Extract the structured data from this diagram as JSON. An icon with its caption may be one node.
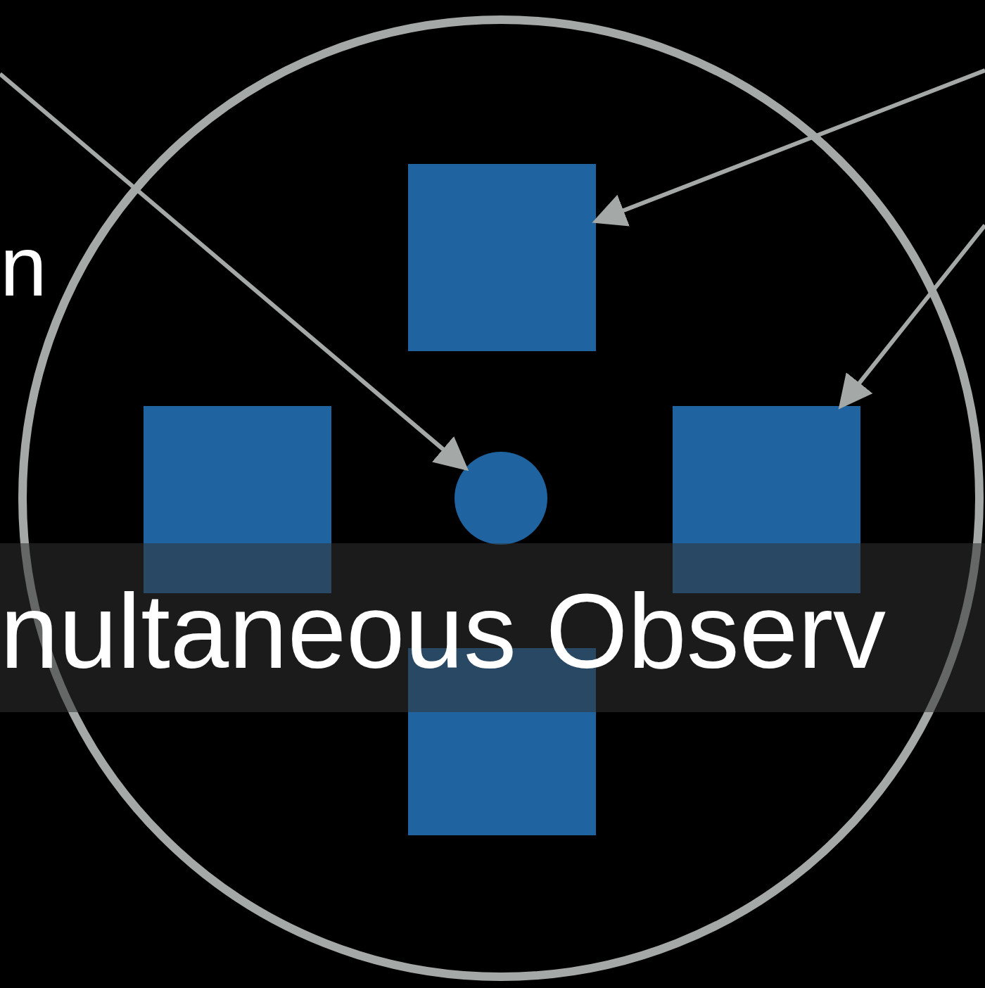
{
  "diagram": {
    "nodes": [
      {
        "text": [],
        "shape": "circle"
      },
      {
        "text": [],
        "shape": "box",
        "in": 0
      },
      {
        "text": [],
        "shape": "box",
        "in": 0
      },
      {
        "text": [],
        "shape": "box",
        "in": 0
      },
      {
        "text": [],
        "shape": "box",
        "in": 0
      },
      {
        "text": [],
        "shape": "circle",
        "in": 0
      }
    ],
    "edges": [
      {
        "from": null,
        "to": 5,
        "arrow": "to"
      },
      {
        "from": null,
        "to": 1,
        "arrow": "to"
      },
      {
        "from": null,
        "to": 3,
        "arrow": "to"
      }
    ],
    "labels": [
      "n",
      "nultaneous Observ"
    ]
  }
}
